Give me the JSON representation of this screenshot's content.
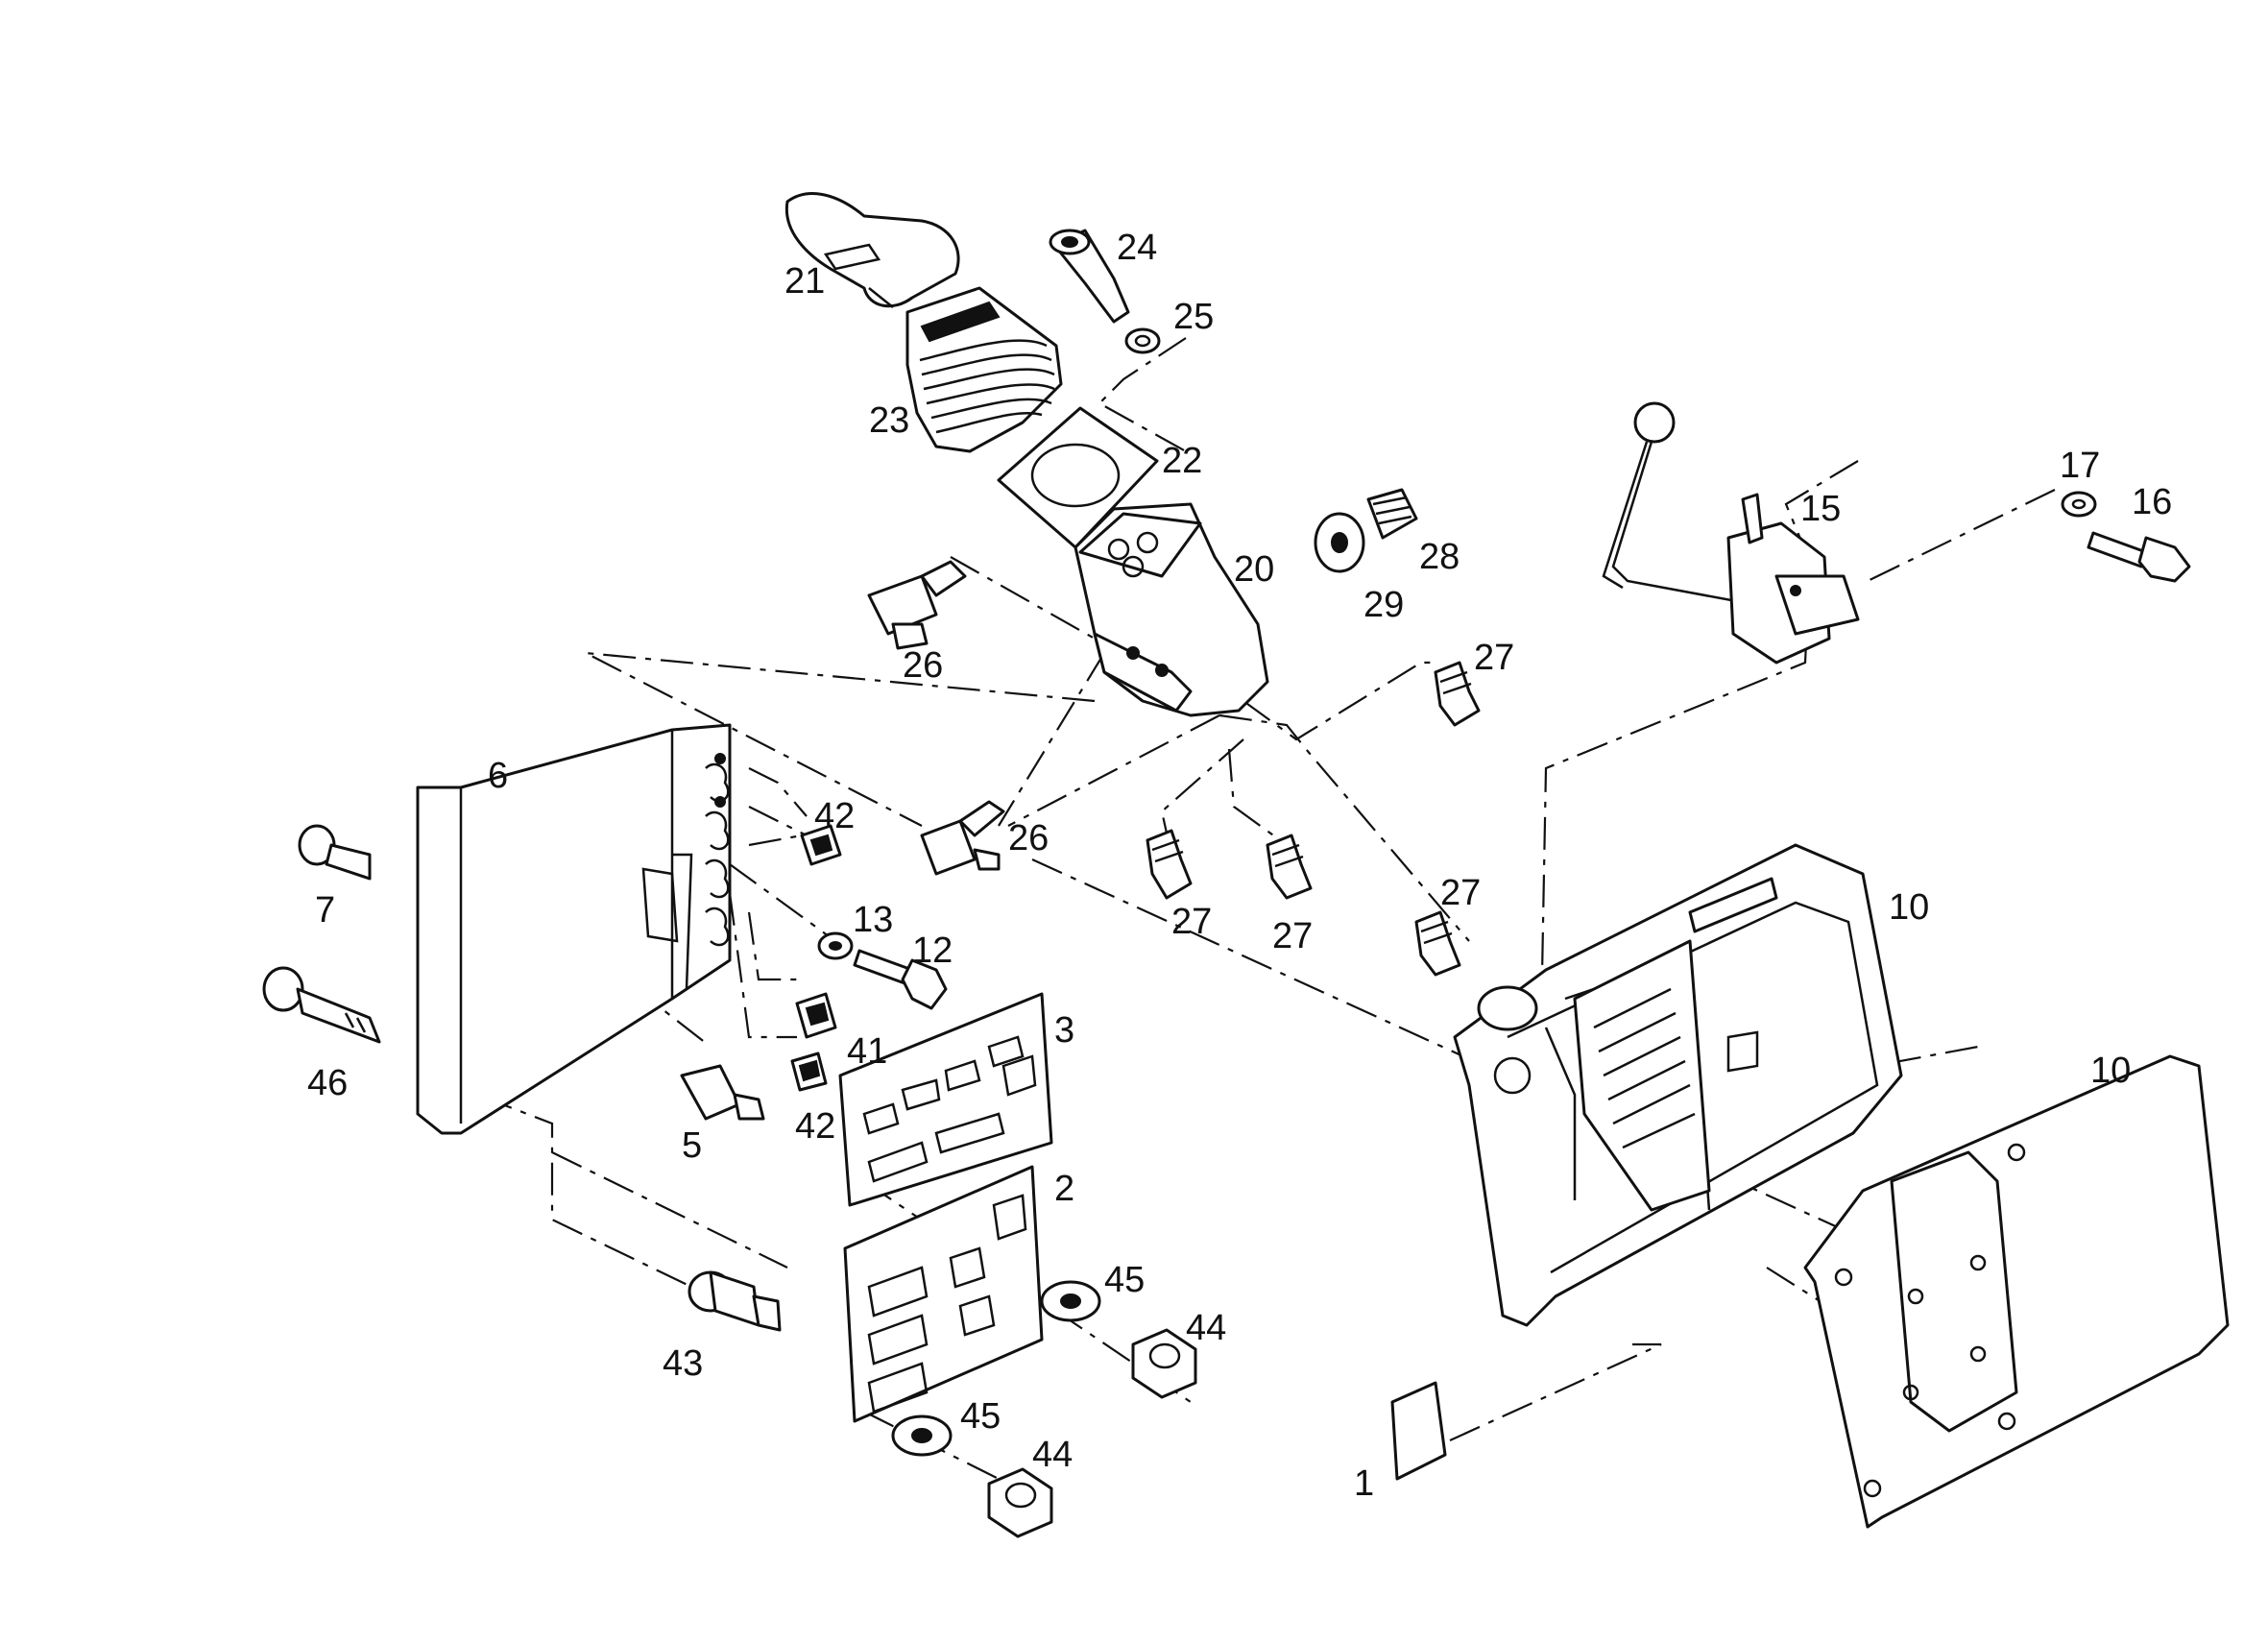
{
  "diagram": {
    "type": "exploded-parts-view",
    "callouts": [
      {
        "id": "label-21",
        "text": "21"
      },
      {
        "id": "label-24",
        "text": "24"
      },
      {
        "id": "label-25",
        "text": "25"
      },
      {
        "id": "label-23",
        "text": "23"
      },
      {
        "id": "label-22",
        "text": "22"
      },
      {
        "id": "label-28",
        "text": "28"
      },
      {
        "id": "label-29",
        "text": "29"
      },
      {
        "id": "label-20",
        "text": "20"
      },
      {
        "id": "label-26a",
        "text": "26"
      },
      {
        "id": "label-26b",
        "text": "26"
      },
      {
        "id": "label-27a",
        "text": "27"
      },
      {
        "id": "label-27b",
        "text": "27"
      },
      {
        "id": "label-27c",
        "text": "27"
      },
      {
        "id": "label-27d",
        "text": "27"
      },
      {
        "id": "label-15",
        "text": "15"
      },
      {
        "id": "label-17",
        "text": "17"
      },
      {
        "id": "label-16",
        "text": "16"
      },
      {
        "id": "label-6",
        "text": "6"
      },
      {
        "id": "label-42a",
        "text": "42"
      },
      {
        "id": "label-42b",
        "text": "42"
      },
      {
        "id": "label-7",
        "text": "7"
      },
      {
        "id": "label-13",
        "text": "13"
      },
      {
        "id": "label-12",
        "text": "12"
      },
      {
        "id": "label-41",
        "text": "41"
      },
      {
        "id": "label-46",
        "text": "46"
      },
      {
        "id": "label-5",
        "text": "5"
      },
      {
        "id": "label-3",
        "text": "3"
      },
      {
        "id": "label-2",
        "text": "2"
      },
      {
        "id": "label-10a",
        "text": "10"
      },
      {
        "id": "label-10b",
        "text": "10"
      },
      {
        "id": "label-45a",
        "text": "45"
      },
      {
        "id": "label-45b",
        "text": "45"
      },
      {
        "id": "label-44a",
        "text": "44"
      },
      {
        "id": "label-44b",
        "text": "44"
      },
      {
        "id": "label-43",
        "text": "43"
      },
      {
        "id": "label-1",
        "text": "1"
      }
    ]
  }
}
